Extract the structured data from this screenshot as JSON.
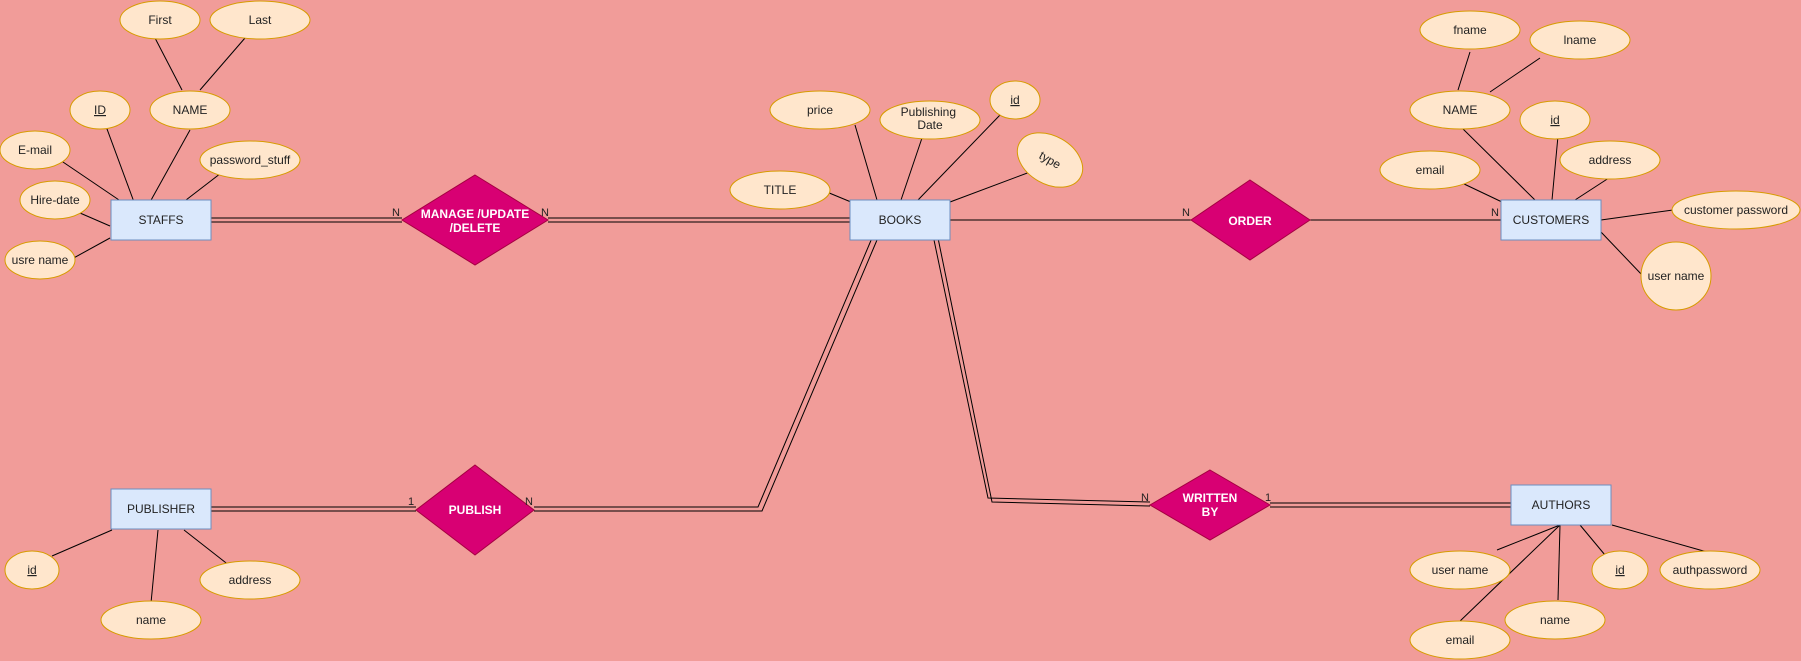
{
  "entities": {
    "staffs": "STAFFS",
    "books": "BOOKS",
    "customers": "CUSTOMERS",
    "publisher": "PUBLISHER",
    "authors": "AUTHORS"
  },
  "relationships": {
    "manage": [
      "MANAGE /UPDATE",
      "/DELETE"
    ],
    "order": [
      "ORDER"
    ],
    "publish": [
      "PUBLISH"
    ],
    "written_by": [
      "WRITTEN",
      "BY"
    ]
  },
  "attributes": {
    "staffs": [
      "ID",
      "NAME",
      "First",
      "Last",
      "E-mail",
      "password_stuff",
      "Hire-date",
      "usre name"
    ],
    "books": [
      "price",
      "Publishing Date",
      "id",
      "TITLE",
      "type"
    ],
    "customers": [
      "NAME",
      "fname",
      "lname",
      "id",
      "email",
      "address",
      "customer password",
      "user name"
    ],
    "publisher": [
      "id",
      "name",
      "address"
    ],
    "authors": [
      "user name",
      "id",
      "authpassword",
      "email",
      "name"
    ]
  },
  "cardinalities": {
    "staffs_manage": "N",
    "manage_books": "N",
    "books_order": "N",
    "order_customers": "N",
    "publisher_publish": "1",
    "publish_books": "N",
    "books_written": "N",
    "written_authors": "1"
  }
}
